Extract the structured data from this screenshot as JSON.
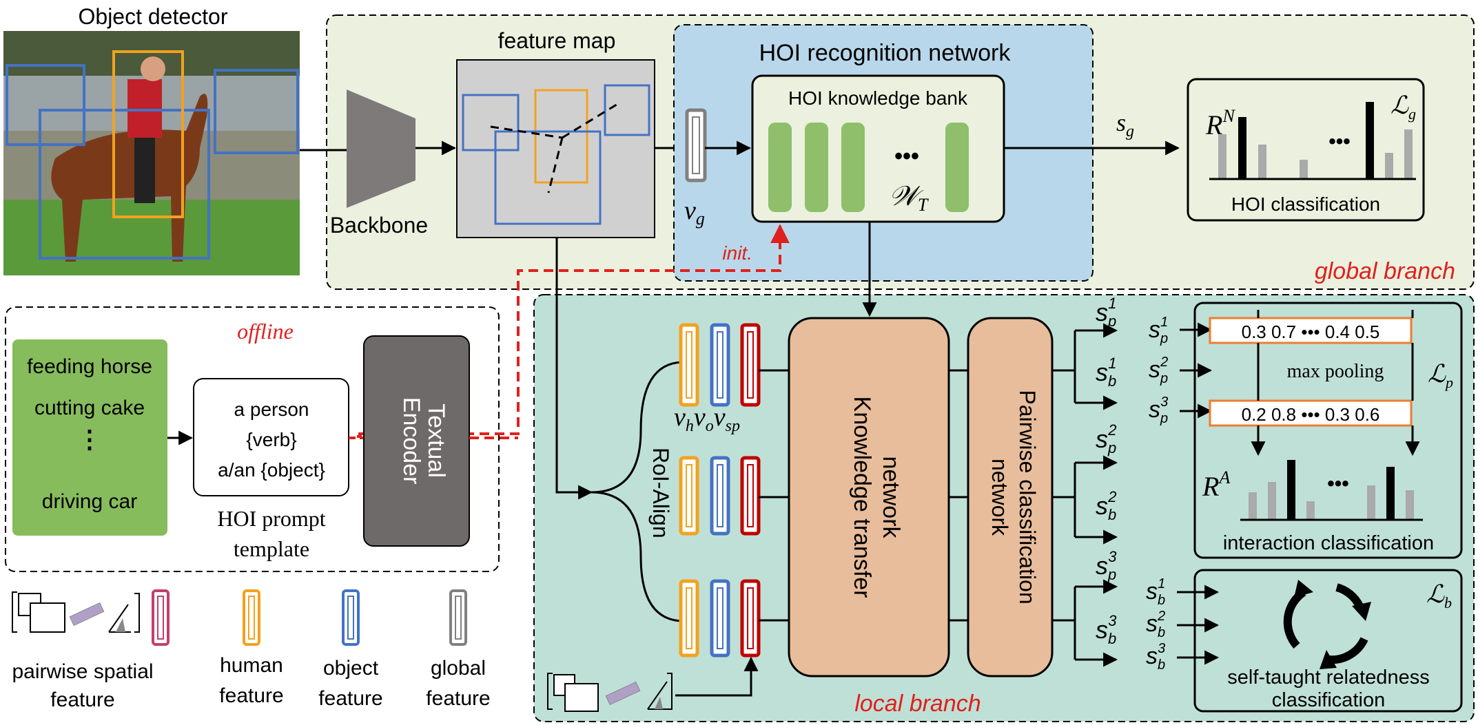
{
  "labels": {
    "object_detector": "Object detector",
    "backbone": "Backbone",
    "feature_map": "feature map",
    "hoi_recognition_network": "HOI recognition network",
    "hoi_knowledge_bank": "HOI knowledge bank",
    "ellipsis": "•••",
    "init": "init.",
    "global_branch": "global branch",
    "local_branch": "local branch",
    "offline": "offline",
    "hoi_classification": "HOI classification",
    "knowledge_transfer_line1": "Knowledge transfer",
    "knowledge_transfer_line2": "network",
    "pairwise_cls_line1": "Pairwise classification",
    "pairwise_cls_line2": "network",
    "roi_align": "RoI-Align",
    "textual_encoder_line1": "Textual",
    "textual_encoder_line2": "Encoder",
    "hoi_prompt_line1": "HOI prompt",
    "hoi_prompt_line2": "template",
    "template_line1": "a person",
    "template_line2": "{verb}",
    "template_line3": "a/an {object}",
    "max_pooling": "max pooling",
    "interaction_classification": "interaction classification",
    "self_taught_line1": "self-taught relatedness",
    "self_taught_line2": "classification",
    "legend_pairwise_line1": "pairwise spatial",
    "legend_pairwise_line2": "feature",
    "legend_human_line1": "human",
    "legend_human_line2": "feature",
    "legend_object_line1": "object",
    "legend_object_line2": "feature",
    "legend_global_line1": "global",
    "legend_global_line2": "feature"
  },
  "prompt_examples": [
    "feeding horse",
    "cutting cake",
    "driving car"
  ],
  "scores_row1": "0.3 0.7 ••• 0.4 0.5",
  "scores_row2": "0.2 0.8 ••• 0.3 0.6",
  "colors": {
    "global_bg": "#ebf1de",
    "local_bg": "#bfe0d6",
    "hoi_net_bg": "#b9d7ea",
    "kt_bg": "#e8bd9b",
    "encoder_bg": "#6e6a69",
    "prompt_bg": "#87bc5d",
    "bank_green": "#8fbf6b",
    "human": "#f2a21f",
    "object": "#4472c4",
    "spatial": "#c00000",
    "global": "#808080",
    "red_text": "#e0201c",
    "score_border": "#ed7d31"
  }
}
